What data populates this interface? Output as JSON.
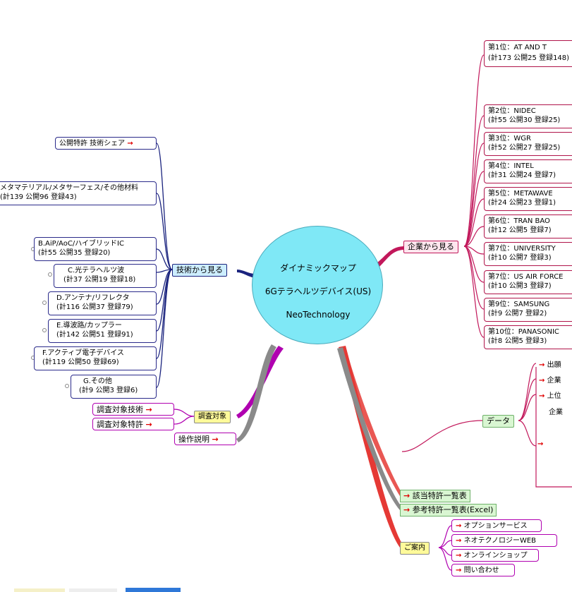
{
  "center": {
    "line1": "ダイナミックマップ",
    "line2": "6Gテラヘルツデバイス(US)",
    "line3": "NeoTechnology"
  },
  "branches": {
    "tech": "技術から見る",
    "company": "企業から見る",
    "target": "調査対象",
    "data": "データ",
    "guide": "ご案内",
    "operation": "操作説明"
  },
  "tech_nodes": [
    {
      "line1": "公開特許 技術シェア",
      "arrow": true
    },
    {
      "line1": "メタマテリアル/メタサーフェス/その他材料",
      "line2": "(計139 公開96 登録43)"
    },
    {
      "line1": "B.AiP/AoC/ハイブリッドIC",
      "line2": "(計55 公開35 登録20)"
    },
    {
      "line1": "C.光テラヘルツ波",
      "line2": "(計37 公開19 登録18)"
    },
    {
      "line1": "D.アンテナ/リフレクタ",
      "line2": "(計116 公開37 登録79)"
    },
    {
      "line1": "E.導波路/カップラー",
      "line2": "(計142 公開51 登録91)"
    },
    {
      "line1": "F.アクティブ電子デバイス",
      "line2": "(計119 公開50 登録69)"
    },
    {
      "line1": "G.その他",
      "line2": "(計9 公開3 登録6)"
    }
  ],
  "target_nodes": [
    {
      "label": "調査対象技術"
    },
    {
      "label": "調査対象特許"
    }
  ],
  "company_nodes": [
    {
      "line1": "第1位：AT AND T",
      "line2": "(計173 公開25 登録148)"
    },
    {
      "line1": "第2位：NIDEC",
      "line2": "(計55 公開30 登録25)"
    },
    {
      "line1": "第3位：WGR",
      "line2": "(計52 公開27 登録25)"
    },
    {
      "line1": "第4位：INTEL",
      "line2": "(計31 公開24 登録7)"
    },
    {
      "line1": "第5位：METAWAVE",
      "line2": "(計24 公開23 登録1)"
    },
    {
      "line1": "第6位：TRAN BAO",
      "line2": "(計12 公開5 登録7)"
    },
    {
      "line1": "第7位：UNIVERSITY",
      "line2": "(計10 公開7 登録3)"
    },
    {
      "line1": "第7位：US AIR FORCE",
      "line2": "(計10 公開3 登録7)"
    },
    {
      "line1": "第9位：SAMSUNG",
      "line2": "(計9 公開7 登録2)"
    },
    {
      "line1": "第10位：PANASONIC",
      "line2": "(計8 公開5 登録3)"
    }
  ],
  "data_items": [
    "出願",
    "企業",
    "上位",
    "企業"
  ],
  "guide_items": [
    {
      "label": "該当特許一覧表"
    },
    {
      "label": "参考特許一覧表(Excel)"
    },
    {
      "label": "オプションサービス"
    },
    {
      "label": "ネオテクノロジーWEB"
    },
    {
      "label": "オンラインショップ"
    },
    {
      "label": "問い合わせ"
    }
  ],
  "colors": {
    "center": "#7fe8f6",
    "tech_line": "#1a237e",
    "company_line": "#c2185b",
    "target_line": "#b000b0",
    "guide_line": "#e53935",
    "gray_line": "#8a8a8a"
  }
}
